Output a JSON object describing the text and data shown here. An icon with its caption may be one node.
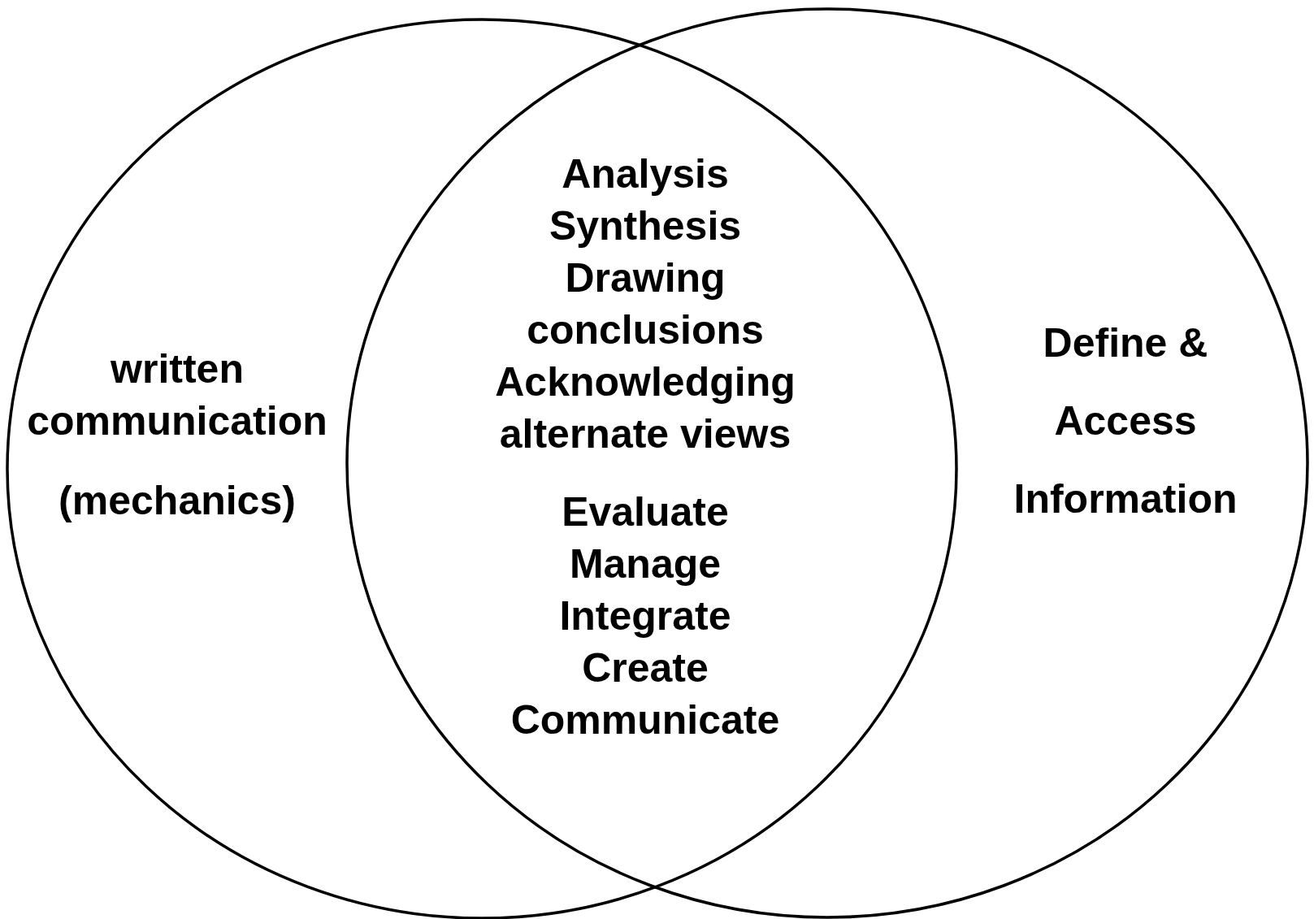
{
  "diagram": {
    "nodes": [
      {
        "text": [
          "written communication",
          "(mechanics)"
        ]
      },
      {
        "text": [
          "Define & Access Information"
        ]
      }
    ],
    "labels": [
      "Analysis Synthesis Drawing conclusions Acknowledging alternate views",
      "Evaluate Manage Integrate Create Communicate"
    ]
  }
}
